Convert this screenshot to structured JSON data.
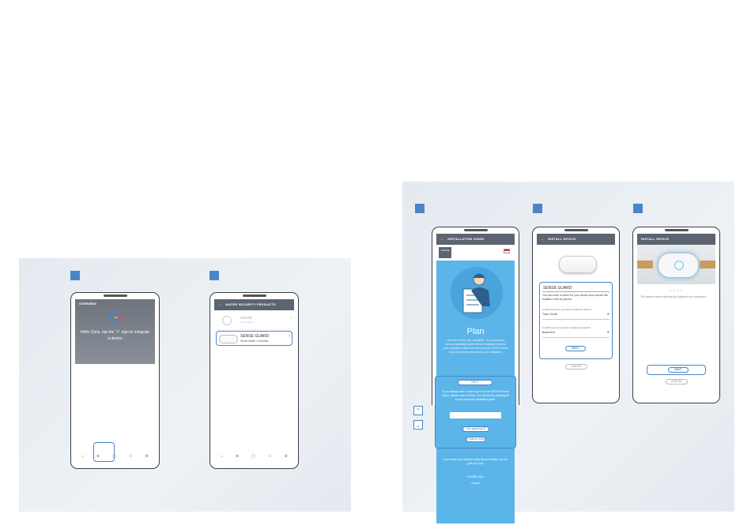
{
  "left": {
    "phone1": {
      "title": "OVERVIEW",
      "gauge_value": "0/0",
      "greeting": "Hello Chris, tap the \"+\" sign to integrate a device",
      "nav_icons": [
        "home-icon",
        "add-icon",
        "grid-icon",
        "person-icon",
        "settings-icon"
      ]
    },
    "phone2": {
      "title": "WATER SECURITY PRODUCTS",
      "items": [
        {
          "name": "SENSE",
          "subtitle": "Water Sensor"
        },
        {
          "name": "SENSE GUARD",
          "subtitle": "Smart Water Controller"
        }
      ],
      "chevron": "›"
    }
  },
  "right": {
    "phone3": {
      "title": "INSTALLATION GUIDE",
      "brand": "GROHE",
      "heading": "Plan",
      "intro": "Let's start to plan your installation. You can get your personal installation guide with an installation checklist upon completion. Make sure that your new GROHE Sense Guard is properly connected to your installation.",
      "next_label": "NEXT",
      "planning_text": "If you already have a planning ID for the GROHE Sense Guard, please enter it below. You will find the planning ID in your personal installation guide.",
      "planning_input": "",
      "use_planning_label": "Use planning ID",
      "continue_label": "Continue setup",
      "installer_text": "If you have your planned install by an installer, we can give you help",
      "download_label": "DOWNLOAD",
      "cancel_label": "Cancel"
    },
    "phone4": {
      "title": "INSTALL DEVICE",
      "device_name": "SENSE GUARD",
      "description": "You can enter a name for your device and choose the location it will be placed.",
      "location_label": "In which house do you want to install your device?",
      "location_value": "Town House",
      "room_label": "In which room do you want to install your device?",
      "room_value": "Basement",
      "next_label": "NEXT",
      "cancel_label": "CANCEL"
    },
    "phone5": {
      "title": "INSTALL DEVICE",
      "description": "The device needs flashing like pictured for connection.",
      "next_label": "NEXT",
      "cancel_label": "CANCEL"
    }
  }
}
